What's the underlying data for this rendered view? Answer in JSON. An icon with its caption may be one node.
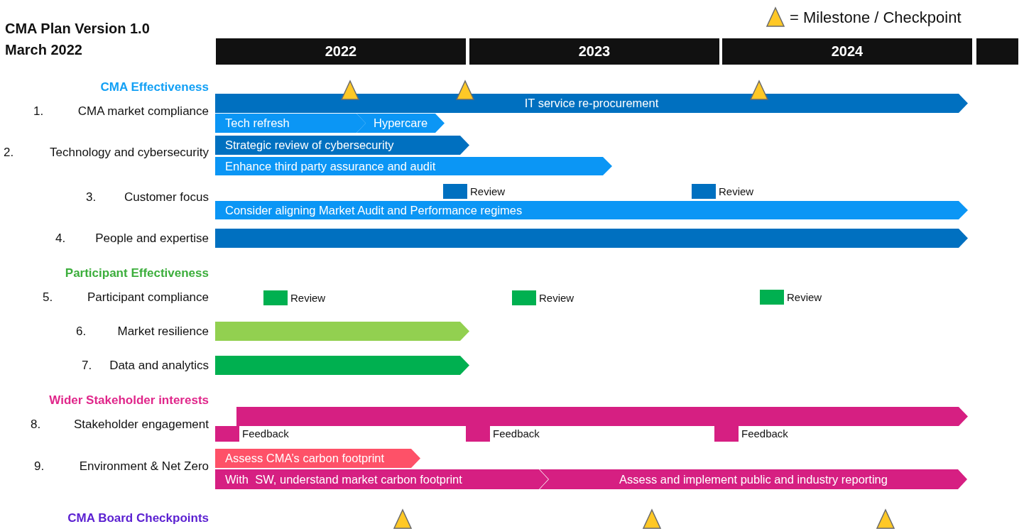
{
  "diagram": {
    "title": "CMA Plan Version 1.0 March 2022",
    "nodes": [
      {
        "text": [
          "2022"
        ]
      },
      {
        "text": [
          "2023"
        ]
      },
      {
        "text": [
          "2024"
        ]
      },
      {
        "text": [],
        "shape": "bar"
      },
      {
        "text": [
          "IT service re-procurement"
        ]
      },
      {
        "text": [
          "Tech refresh"
        ]
      },
      {
        "text": [
          "Hypercare"
        ]
      },
      {
        "text": [
          "Strategic review of cybersecurity"
        ]
      },
      {
        "text": [
          "Enhance third party assurance and audit"
        ]
      },
      {
        "text": [],
        "shape": "box",
        "beside": [
          "Review"
        ]
      },
      {
        "text": [],
        "shape": "box",
        "beside": [
          "Review"
        ]
      },
      {
        "text": [
          "Consider aligning Market Audit and Performance regimes"
        ]
      },
      {
        "text": [],
        "shape": "bar"
      },
      {
        "text": [],
        "shape": "box",
        "beside": [
          "Review"
        ]
      },
      {
        "text": [],
        "shape": "box",
        "beside": [
          "Review"
        ]
      },
      {
        "text": [],
        "shape": "box",
        "beside": [
          "Review"
        ]
      },
      {
        "text": [],
        "shape": "bar"
      },
      {
        "text": [],
        "shape": "bar"
      },
      {
        "text": [],
        "shape": "bar"
      },
      {
        "text": [],
        "shape": "box",
        "beside": [
          "Feedback"
        ]
      },
      {
        "text": [],
        "shape": "box",
        "beside": [
          "Feedback"
        ]
      },
      {
        "text": [],
        "shape": "box",
        "beside": [
          "Feedback"
        ]
      },
      {
        "text": [
          "Assess CMA’s carbon footprint"
        ]
      },
      {
        "text": [
          "With  SW, understand market carbon footprint"
        ]
      },
      {
        "text": [
          "Assess and implement public and industry reporting"
        ]
      }
    ],
    "labels": [
      "CMA Effectiveness",
      "1.",
      "CMA market compliance",
      "2.",
      "Technology and cybersecurity",
      "3.",
      "Customer focus",
      "4.",
      "People and expertise",
      "Participant Effectiveness",
      "5.",
      "Participant compliance",
      "6.",
      "Market resilience",
      "7.",
      "Data and analytics",
      "Wider Stakeholder interests",
      "8.",
      "Stakeholder engagement",
      "9.",
      "Environment & Net Zero",
      "CMA Board Checkpoints"
    ],
    "legend": [
      {
        "text": "= Milestone / Checkpoint"
      }
    ]
  }
}
